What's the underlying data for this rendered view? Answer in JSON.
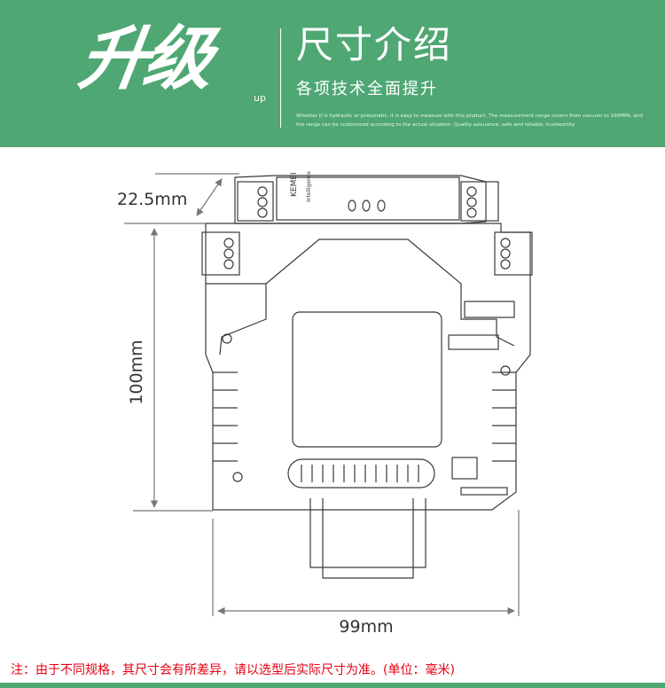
{
  "colors": {
    "banner_bg": "#4fa774",
    "bottom_bar": "#4fa774",
    "note_red": "#e60012",
    "line": "#3a3a3a",
    "dim": "#777777"
  },
  "banner": {
    "logo_text": "升级",
    "logo_sup": "up",
    "title": "尺寸介绍",
    "subtitle": "各项技术全面提升",
    "description": "Whether it is hydraulic or pneumatic, it is easy to measure with this product. The measurement range covers from vacuum to 100MPA, and the range can be customized according to the actual situation. Quality assurance, safe and reliable, trustworthy"
  },
  "product": {
    "brand": "KEMEI",
    "tagline": "Intelligence"
  },
  "dimensions": {
    "width_label": "22.5mm",
    "height_label": "100mm",
    "depth_label": "99mm"
  },
  "note": "注：由于不同规格，其尺寸会有所差异，请以选型后实际尺寸为准。(单位：毫米)"
}
